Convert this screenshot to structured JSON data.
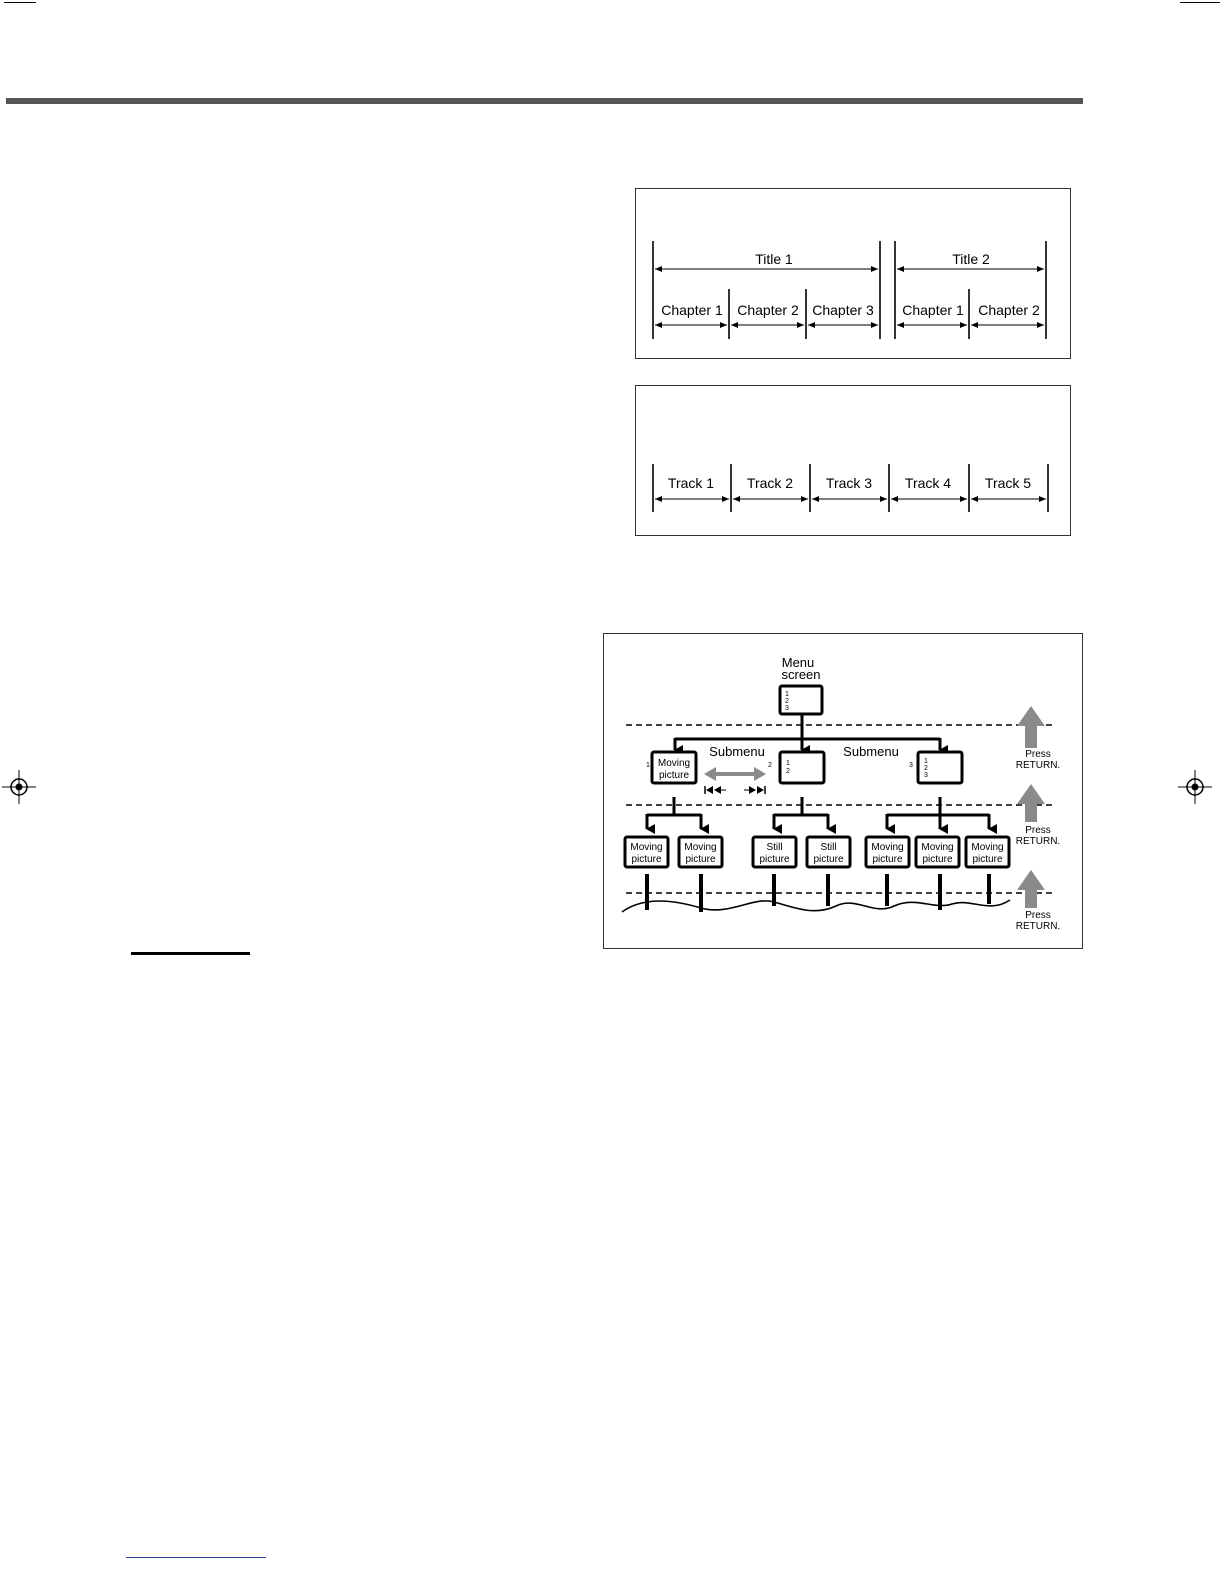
{
  "titles_diagram": {
    "titles": [
      "Title 1",
      "Title 2"
    ],
    "title1_chapters": [
      "Chapter 1",
      "Chapter 2",
      "Chapter 3"
    ],
    "title2_chapters": [
      "Chapter 1",
      "Chapter 2"
    ]
  },
  "tracks_diagram": {
    "tracks": [
      "Track 1",
      "Track 2",
      "Track 3",
      "Track 4",
      "Track 5"
    ]
  },
  "menu_diagram": {
    "menu_label_line1": "Menu",
    "menu_label_line2": "screen",
    "menu_items": [
      "1",
      "2",
      "3"
    ],
    "submenu_label": "Submenu",
    "submenu_label_2": "Submenu",
    "submenu_numbers": [
      "1",
      "2",
      "3"
    ],
    "sub2_items": [
      "1",
      "2"
    ],
    "sub3_items": [
      "1",
      "2",
      "3"
    ],
    "moving_line1": "Moving",
    "moving_line2": "picture",
    "still_line1": "Still",
    "still_line2": "picture",
    "press_line1": "Press",
    "press_line2": "RETURN.",
    "arrow_color": "#8a8a8a"
  }
}
